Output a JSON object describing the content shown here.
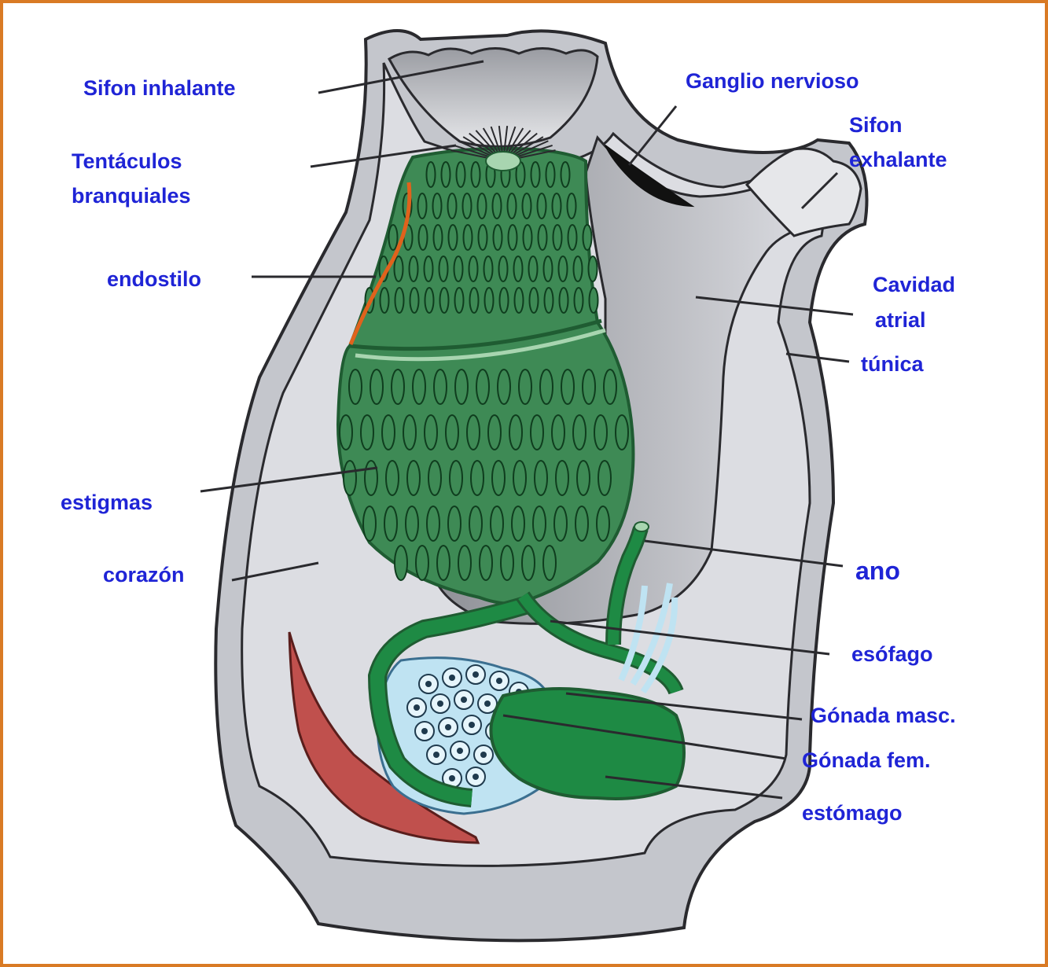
{
  "colors": {
    "label": "#1f24d6",
    "frame": "#d97a24",
    "tunic": "#c4c6cc",
    "tunic_outline": "#2a2a2e",
    "body_fill": "#dcdde2",
    "atrium": "#a8aab0",
    "branchial": "#3e8a55",
    "branchial_dark": "#1f5c32",
    "gut": "#1e8a44",
    "gonad": "#bfe3f2",
    "heart": "#c0504d",
    "endostyle": "#e0621c"
  },
  "labels": {
    "sifon_inhalante": "Sifon inhalante",
    "tentaculos_1": "Tentáculos",
    "tentaculos_2": "branquiales",
    "endostilo": "endostilo",
    "estigmas": "estigmas",
    "corazon": "corazón",
    "ganglio": "Ganglio nervioso",
    "sifon_exhalante_1": "Sifon",
    "sifon_exhalante_2": "exhalante",
    "cavidad_1": "Cavidad",
    "cavidad_2": "atrial",
    "tunica": "túnica",
    "ano": "ano",
    "esofago": "esófago",
    "gonada_masc": "Gónada masc.",
    "gonada_fem": "Gónada fem.",
    "estomago": "estómago"
  }
}
